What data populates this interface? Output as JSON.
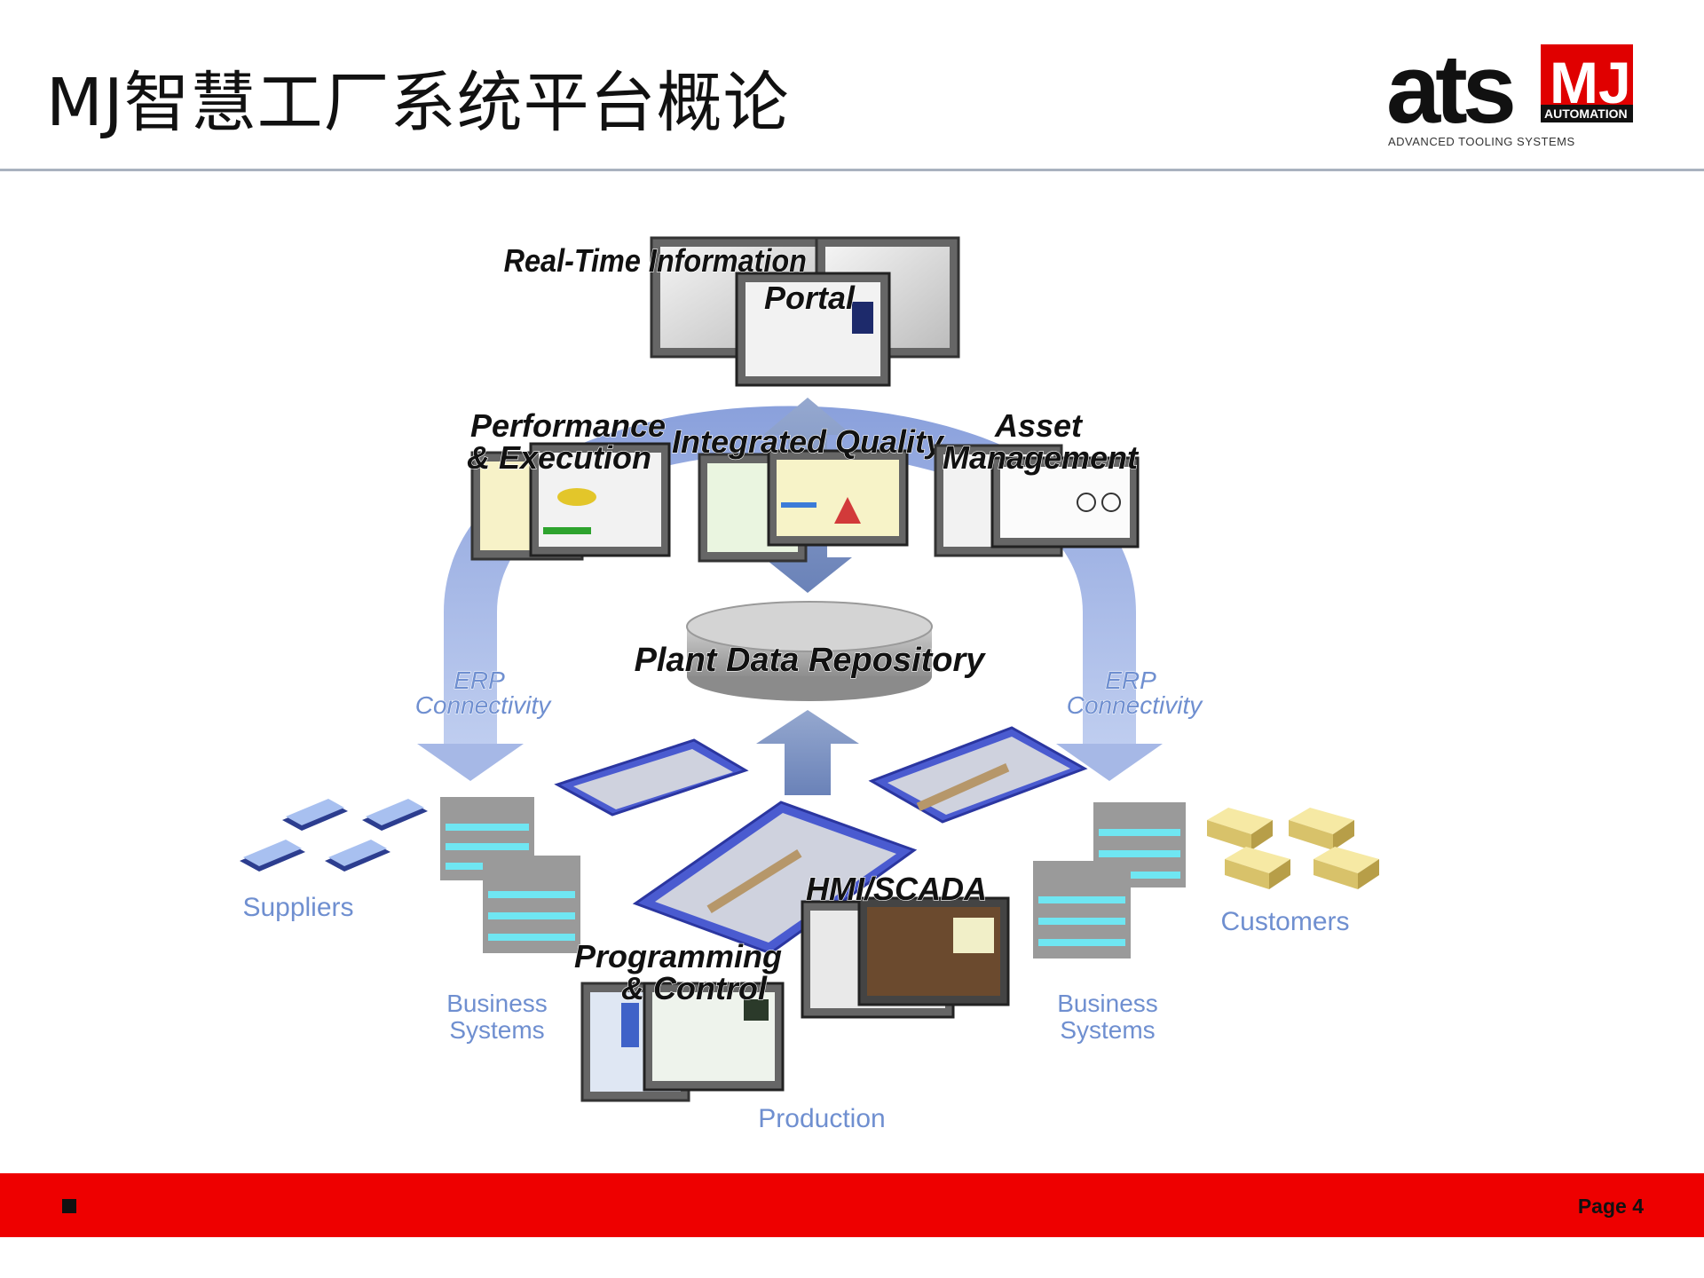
{
  "header": {
    "title": "MJ智慧工厂系统平台概论",
    "logo": {
      "brand": "ats",
      "badge": "MJ",
      "sub_badge": "AUTOMATION",
      "tagline": "ADVANCED TOOLING SYSTEMS"
    }
  },
  "diagram": {
    "portal": {
      "line1": "Real-Time Information",
      "line2": "Portal"
    },
    "performance": {
      "line1": "Performance",
      "line2": "& Execution"
    },
    "quality": {
      "line1": "Integrated Quality"
    },
    "asset": {
      "line1": "Asset",
      "line2": "Management"
    },
    "repository": {
      "label": "Plant Data Repository"
    },
    "erp_left": {
      "line1": "ERP",
      "line2": "Connectivity"
    },
    "erp_right": {
      "line1": "ERP",
      "line2": "Connectivity"
    },
    "suppliers": {
      "label": "Suppliers"
    },
    "customers": {
      "label": "Customers"
    },
    "business_left": {
      "line1": "Business",
      "line2": "Systems"
    },
    "business_right": {
      "line1": "Business",
      "line2": "Systems"
    },
    "hmi": {
      "label": "HMI/SCADA"
    },
    "programming": {
      "line1": "Programming",
      "line2": "& Control"
    },
    "production": {
      "label": "Production"
    }
  },
  "footer": {
    "page": "Page 4"
  },
  "colors": {
    "accent_red": "#ee0000",
    "arc_blue": "#8ea6dc",
    "text_blue": "#6f8fd0",
    "dark_text": "#111111"
  }
}
